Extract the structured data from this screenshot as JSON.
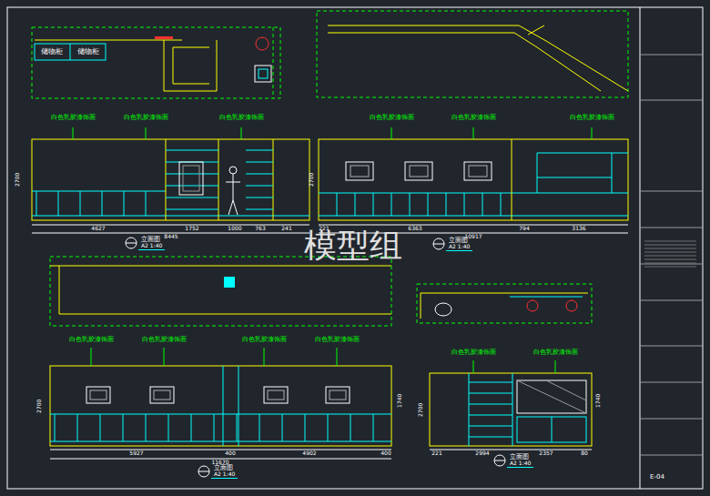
{
  "diagram": {
    "nodes": [
      {
        "text": [
          "立面图",
          "A2 1:40"
        ]
      },
      {
        "text": [
          "立面图",
          "A2 1:40"
        ]
      },
      {
        "text": [
          "立面图",
          "A2 1:40"
        ]
      },
      {
        "text": [
          "立面图",
          "A2 1:40"
        ]
      }
    ],
    "labels": [
      "模型组",
      "储物柜",
      "储物柜",
      "白色乳胶漆饰面",
      "白色乳胶漆饰面",
      "白色乳胶漆饰面",
      "白色乳胶漆饰面",
      "白色乳胶漆饰面",
      "白色乳胶漆饰面",
      "白色乳胶漆饰面",
      "白色乳胶漆饰面",
      "白色乳胶漆饰面",
      "白色乳胶漆饰面",
      "白色乳胶漆饰面",
      "白色乳胶漆饰面",
      "4627",
      "1752",
      "1000",
      "763",
      "241",
      "8445",
      "221",
      "6363",
      "794",
      "3136",
      "10917",
      "5927",
      "400",
      "4902",
      "400",
      "11670",
      "221",
      "2994",
      "2357",
      "80",
      "2700",
      "2700",
      "2700",
      "1740",
      "2700",
      "1740",
      "E-04"
    ]
  }
}
